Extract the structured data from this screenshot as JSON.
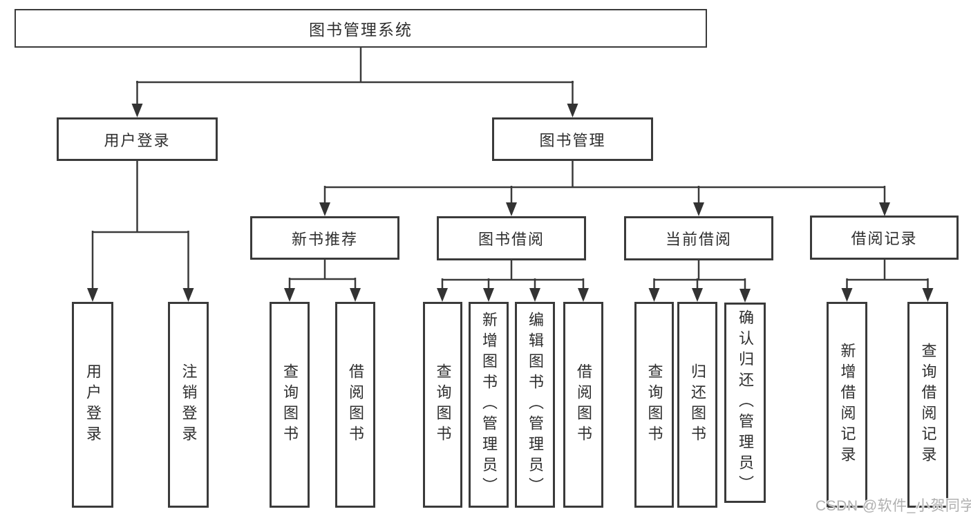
{
  "tree": {
    "root": "图书管理系统",
    "children": [
      {
        "label": "用户登录",
        "children": [
          "用户登录",
          "注销登录"
        ]
      },
      {
        "label": "图书管理",
        "children": [
          {
            "label": "新书推荐",
            "children": [
              "查询图书",
              "借阅图书"
            ]
          },
          {
            "label": "图书借阅",
            "children": [
              "查询图书",
              "新增图书（管理员）",
              "编辑图书（管理员）",
              "借阅图书"
            ]
          },
          {
            "label": "当前借阅",
            "children": [
              "查询图书",
              "归还图书",
              "确认归还（管理员）"
            ]
          },
          {
            "label": "借阅记录",
            "children": [
              "新增借阅记录",
              "查询借阅记录"
            ]
          }
        ]
      }
    ]
  },
  "watermark": {
    "text": "CSDN @软件_小贺同学"
  },
  "colors": {
    "line": "#3a3a3a",
    "arrow": "#333333",
    "text": "#2e2e2e",
    "box_background": "#ffffff",
    "page_background": "#ffffff",
    "watermark": "#b0b0b0"
  }
}
